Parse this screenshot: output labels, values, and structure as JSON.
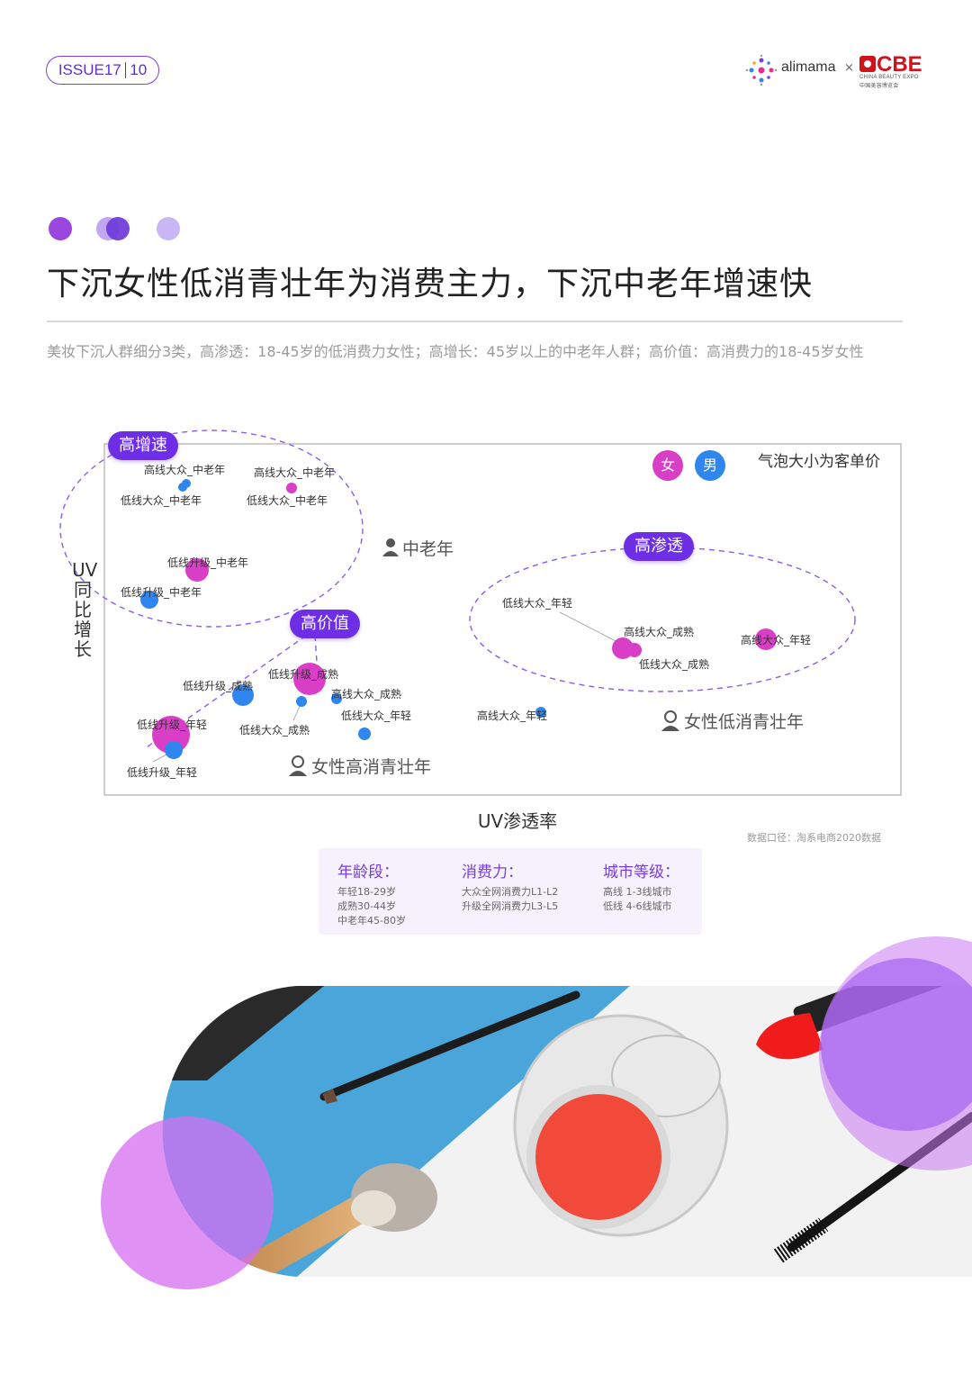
{
  "header": {
    "issue_left": "ISSUE17",
    "issue_right": "10",
    "brand_left": "alimama",
    "brand_x": "×",
    "brand_right": "CBE",
    "brand_right_sub": "CHINA BEAUTY EXPO",
    "brand_right_sub2": "中国美容博览会"
  },
  "decor_colors": [
    "#9a47e0",
    "#6d3ad8",
    "#c9b6f5"
  ],
  "title": "下沉女性低消青壮年为消费主力，下沉中老年增速快",
  "subtitle": "美妆下沉人群细分3类，高渗透：18-45岁的低消费力女性；高增长：45岁以上的中老年人群；高价值：高消费力的18-45岁女性",
  "chart": {
    "y_axis_label": "UV同比增长",
    "x_axis_label": "UV渗透率",
    "bubble_note": "气泡大小为客单价",
    "gender_female": "女",
    "gender_male": "男",
    "tags": {
      "growth": "高增速",
      "penetration": "高渗透",
      "value": "高价值"
    },
    "segments": {
      "elder": "中老年",
      "low_young": "女性低消青壮年",
      "high_young": "女性高消青壮年"
    },
    "source": "数据口径：淘系电商2020数据",
    "colors": {
      "female": "#d93fc6",
      "male": "#2f86ee",
      "accent": "#6d2ee6"
    }
  },
  "chart_data": {
    "type": "scatter",
    "xlabel": "UV渗透率",
    "ylabel": "UV同比增长",
    "note": "气泡大小为客单价",
    "series": [
      {
        "name": "女",
        "points": [
          {
            "label": "高线大众_中老年",
            "size": "small"
          },
          {
            "label": "低线升级_中老年",
            "size": "large"
          },
          {
            "label": "低线升级_成熟",
            "size": "large"
          },
          {
            "label": "低线升级_年轻",
            "size": "large"
          },
          {
            "label": "高线大众_成熟",
            "size": "medium"
          },
          {
            "label": "高线大众_年轻",
            "size": "medium"
          }
        ]
      },
      {
        "name": "男",
        "points": [
          {
            "label": "低线大众_中老年",
            "size": "small"
          },
          {
            "label": "低线升级_中老年",
            "size": "medium"
          },
          {
            "label": "低线升级_成熟",
            "size": "medium"
          },
          {
            "label": "低线大众_成熟",
            "size": "small"
          },
          {
            "label": "低线大众_年轻",
            "size": "small"
          },
          {
            "label": "低线升级_年轻",
            "size": "medium"
          },
          {
            "label": "高线大众_年轻",
            "size": "small"
          }
        ]
      }
    ]
  },
  "legend": {
    "age": {
      "title": "年龄段：",
      "lines": [
        "年轻18-29岁",
        "成熟30-44岁",
        "中老年45-80岁"
      ]
    },
    "spend": {
      "title": "消费力：",
      "lines": [
        "大众全网消费力L1-L2",
        "升级全网消费力L3-L5"
      ]
    },
    "city": {
      "title": "城市等级：",
      "lines": [
        "高线 1-3线城市",
        "低线 4-6线城市"
      ]
    }
  }
}
